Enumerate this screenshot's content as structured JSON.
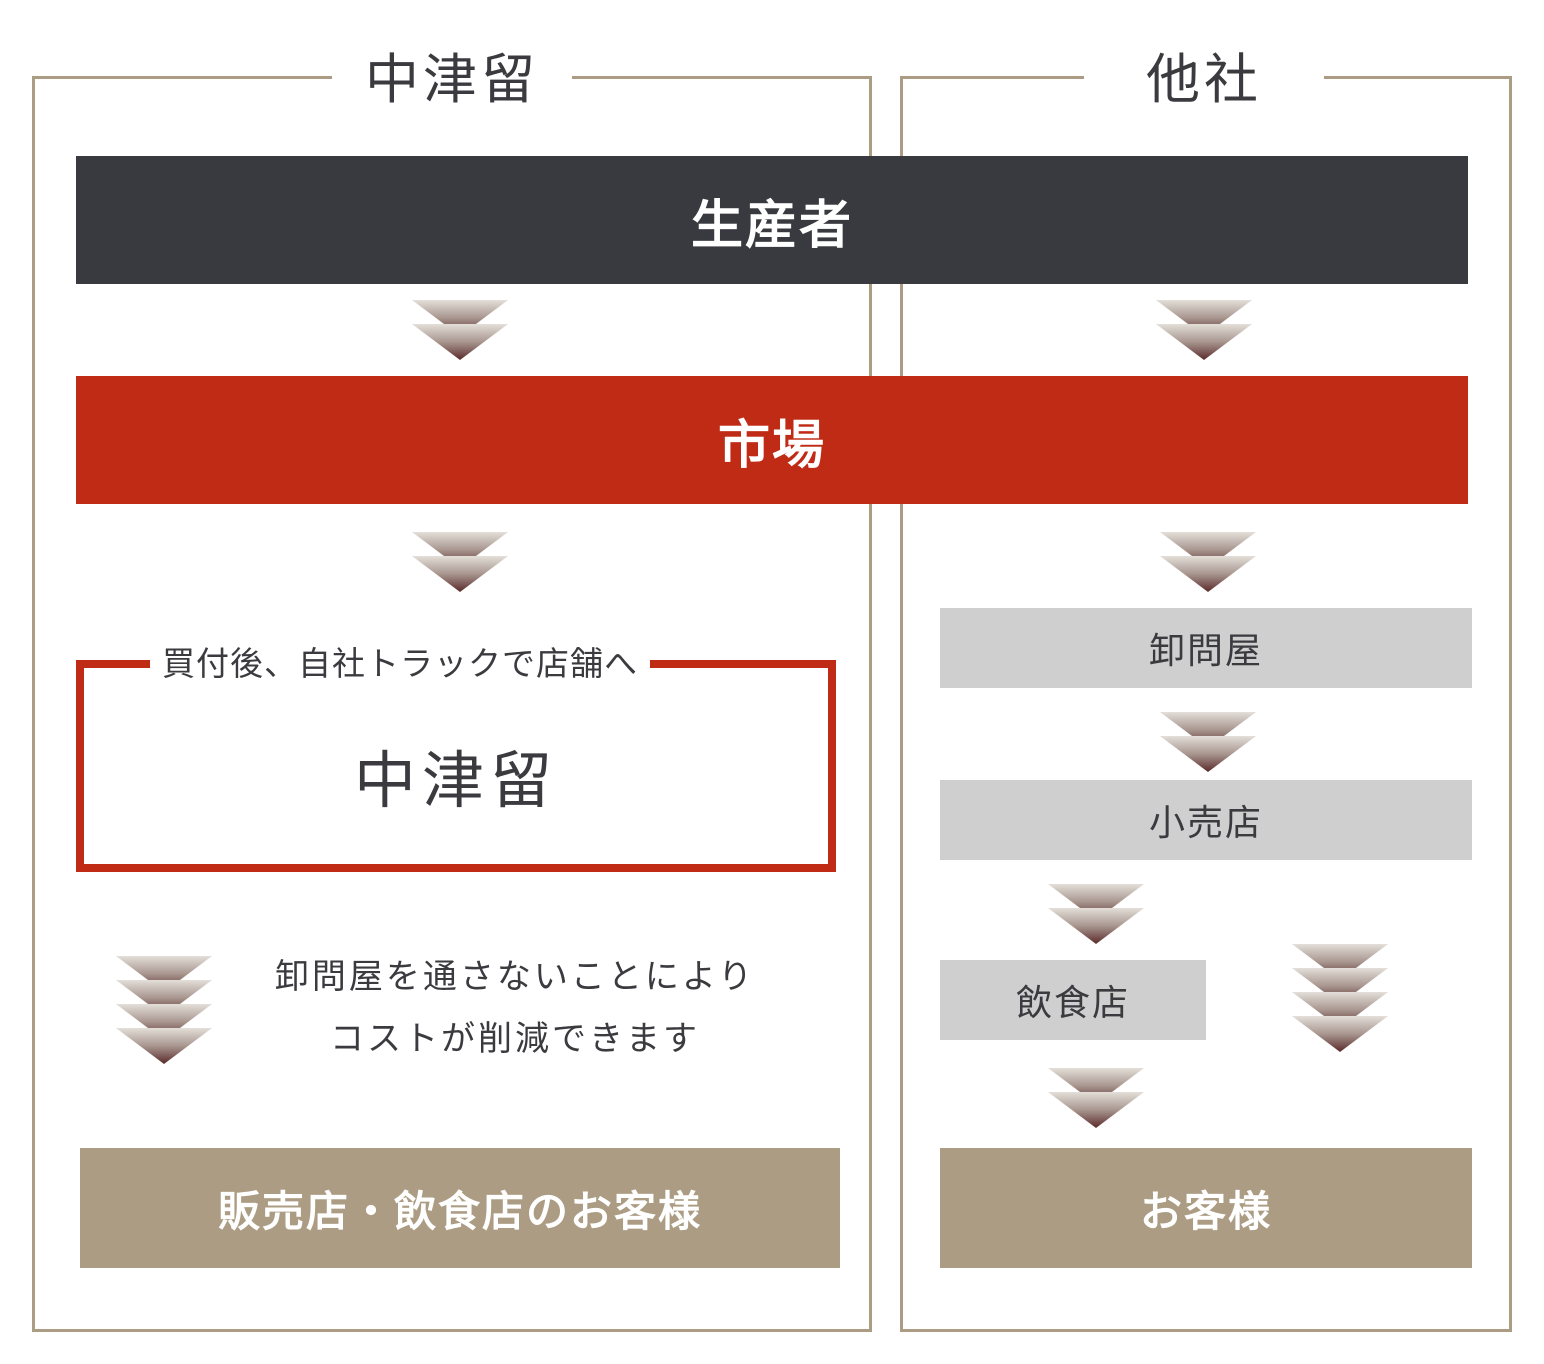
{
  "colors": {
    "frame": "#ab9c83",
    "dark_bar": "#393a3f",
    "red": "#c02b15",
    "gray_box": "#cfcfcf",
    "tan_box": "#ab9c83",
    "text": "#3a3a3f",
    "arrow_light": "#e3dfd9",
    "arrow_dark": "#5a2a2a"
  },
  "left_column": {
    "title": "中津留",
    "redbox": {
      "caption": "買付後、自社トラックで店舗へ",
      "title": "中津留"
    },
    "note": {
      "line1": "卸問屋を通さないことにより",
      "line2": "コストが削減できます"
    },
    "customer": "販売店・飲食店のお客様"
  },
  "right_column": {
    "title": "他社",
    "steps": [
      "卸問屋",
      "小売店",
      "飲食店"
    ],
    "customer": "お客様"
  },
  "shared": {
    "producer": "生産者",
    "market": "市場"
  }
}
